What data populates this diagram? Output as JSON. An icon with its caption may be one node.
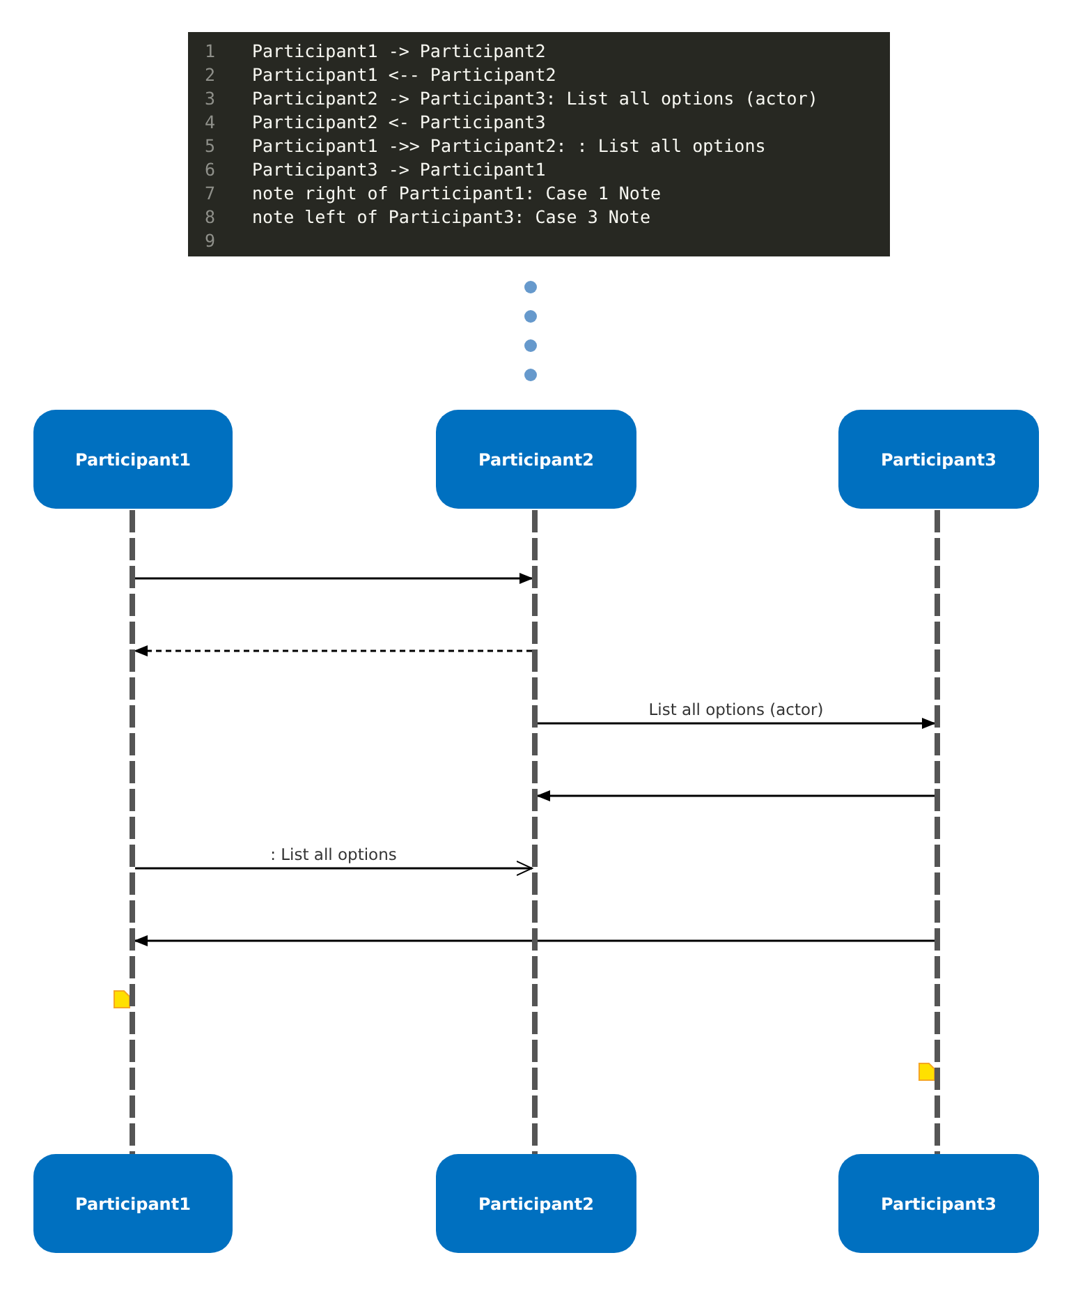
{
  "diagram": {
    "nodes": [
      {
        "text": [
          "Participant1"
        ]
      },
      {
        "text": [
          "Participant2"
        ]
      },
      {
        "text": [
          "Participant3"
        ]
      },
      {
        "text": [],
        "shape": "bar"
      },
      {
        "text": [],
        "shape": "bar"
      },
      {
        "text": [],
        "shape": "bar"
      },
      {
        "text": [
          "Participant1"
        ]
      },
      {
        "text": [
          "Participant2"
        ]
      },
      {
        "text": [
          "Participant3"
        ]
      }
    ],
    "edges": [
      {
        "from": 3,
        "to": 4,
        "arrow": "to"
      },
      {
        "from": 4,
        "to": 3,
        "arrow": "to",
        "style": "dashed"
      },
      {
        "from": 4,
        "to": 5,
        "arrow": "to",
        "label": "List all options (actor)"
      },
      {
        "from": 5,
        "to": 4,
        "arrow": "to"
      },
      {
        "from": 3,
        "to": 4,
        "arrow": "to",
        "label": ": List all options"
      },
      {
        "from": 5,
        "to": 3,
        "arrow": "to"
      }
    ],
    "labels": [
      "1",
      "Participant1 -> Participant2",
      "2",
      "Participant1 <-- Participant2",
      "3",
      "Participant2 -> Participant3: List all options (actor)",
      "4",
      "Participant2 <- Participant3",
      "5",
      "Participant1 ->> Participant2: : List all options",
      "6",
      "Participant3 -> Participant1",
      "7",
      "note right of Participant1: Case 1 Note",
      "8",
      "note left of Participant3: Case 3 Note",
      "9"
    ]
  }
}
